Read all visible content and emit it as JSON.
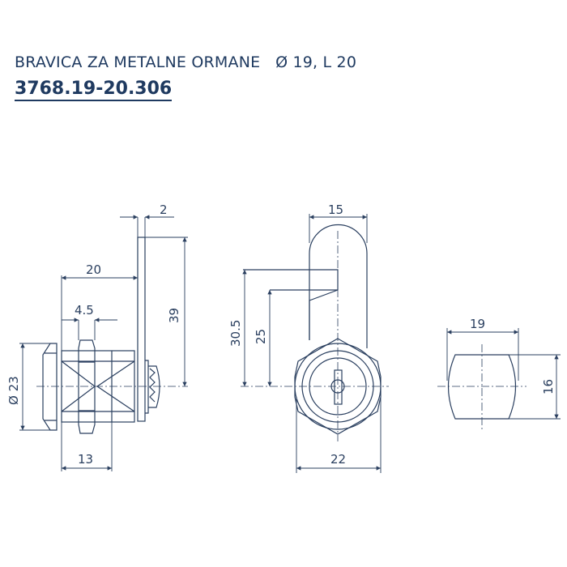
{
  "title": {
    "name": "BRAVICA ZA METALNE ORMANE",
    "spec": "Ø 19, L 20",
    "code": "3768.19-20.306"
  },
  "dimensions": {
    "side_view": {
      "plate_thickness": "2",
      "length": "20",
      "nut": "4.5",
      "height": "39",
      "diameter": "Ø 23",
      "thread": "13"
    },
    "front_view": {
      "cam_width": "15",
      "cam_offset_outer": "30.5",
      "cam_offset_inner": "25",
      "hex_width": "22"
    },
    "cross_section": {
      "width": "19",
      "height": "16"
    }
  }
}
